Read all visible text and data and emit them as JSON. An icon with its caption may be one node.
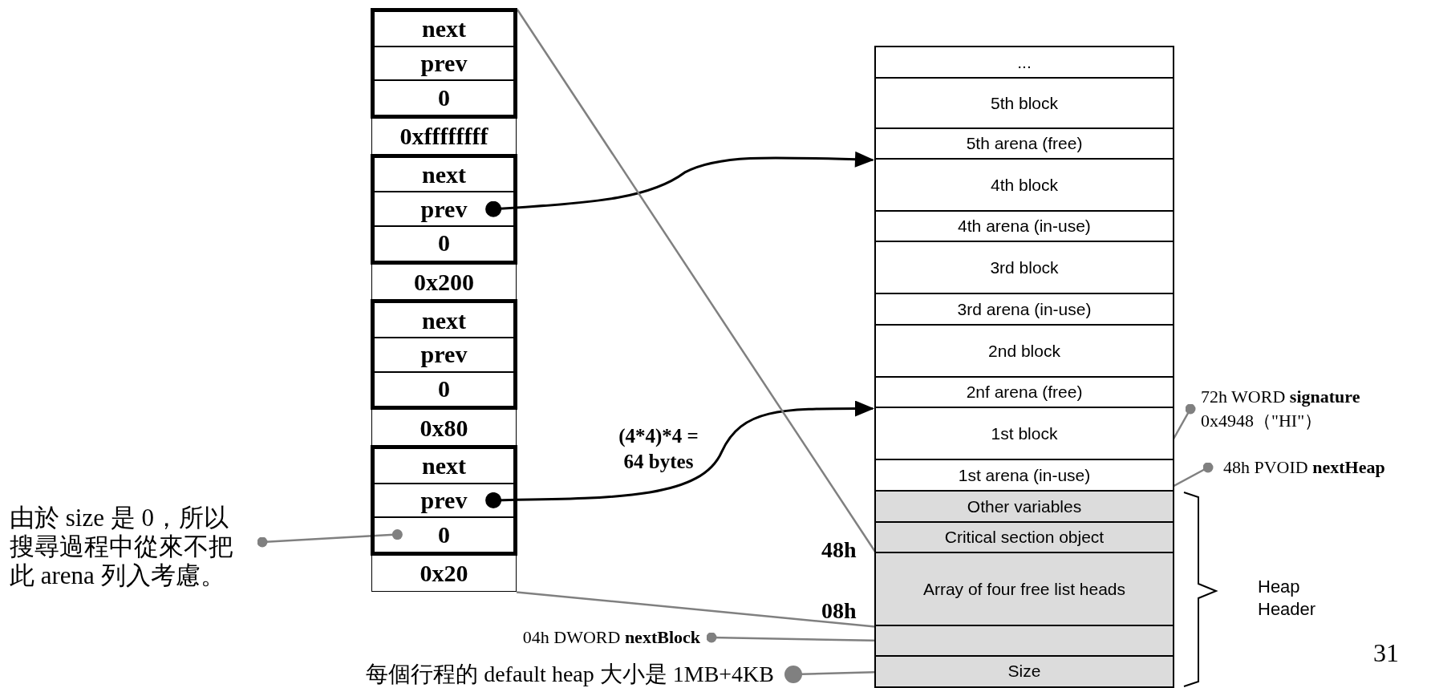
{
  "diagram": {
    "nodes": [
      {
        "text": [],
        "shape": "box"
      },
      {
        "text": [
          "next"
        ],
        "in": 0
      },
      {
        "text": [
          "prev"
        ],
        "in": 0
      },
      {
        "text": [
          "0"
        ],
        "in": 0
      },
      {
        "text": [
          "0xffffffff"
        ]
      },
      {
        "text": [],
        "shape": "box"
      },
      {
        "text": [
          "next"
        ],
        "in": 5
      },
      {
        "text": [
          "prev"
        ],
        "in": 5
      },
      {
        "text": [
          "0"
        ],
        "in": 5
      },
      {
        "text": [
          "0x200"
        ]
      },
      {
        "text": [],
        "shape": "box"
      },
      {
        "text": [
          "next"
        ],
        "in": 10
      },
      {
        "text": [
          "prev"
        ],
        "in": 10
      },
      {
        "text": [
          "0"
        ],
        "in": 10
      },
      {
        "text": [
          "0x80"
        ]
      },
      {
        "text": [],
        "shape": "box"
      },
      {
        "text": [
          "next"
        ],
        "in": 15
      },
      {
        "text": [
          "prev"
        ],
        "in": 15
      },
      {
        "text": [
          "0"
        ],
        "in": 15
      },
      {
        "text": [
          "0x20"
        ]
      },
      {
        "text": [
          "..."
        ]
      },
      {
        "text": [
          "5th block"
        ]
      },
      {
        "text": [
          "5th arena (free)"
        ]
      },
      {
        "text": [
          "4th block"
        ]
      },
      {
        "text": [
          "4th arena (in-use)"
        ]
      },
      {
        "text": [
          "3rd block"
        ]
      },
      {
        "text": [
          "3rd arena (in-use)"
        ]
      },
      {
        "text": [
          "2nd block"
        ]
      },
      {
        "text": [
          "2nf arena (free)"
        ]
      },
      {
        "text": [
          "1st block"
        ]
      },
      {
        "text": [
          "1st arena (in-use)"
        ]
      },
      {
        "text": [
          "Other variables"
        ]
      },
      {
        "text": [
          "Critical section object"
        ]
      },
      {
        "text": [
          "Array of four free list heads"
        ]
      },
      {
        "text": [],
        "shape": "box"
      },
      {
        "text": [
          "Size"
        ]
      },
      {
        "text": [
          "由於 size 是 0，所以搜尋過程中從來不把此 arena 列入考慮。"
        ]
      },
      {
        "text": [
          "04h DWORD **nextBlock**"
        ]
      },
      {
        "text": [
          "每個行程的 default heap 大小是 1MB+4KB"
        ]
      },
      {
        "text": [
          "72h WORD **signature**",
          "0x4948（\"HI\"）"
        ]
      },
      {
        "text": [
          "48h PVOID **nextHeap**"
        ]
      }
    ],
    "edges": [
      {
        "from": 7,
        "to": 22,
        "arrow": "to",
        "color": "#000000"
      },
      {
        "from": 17,
        "to": 28,
        "arrow": "to",
        "color": "#000000"
      },
      {
        "from": 0,
        "to": 33,
        "arrow": "none"
      },
      {
        "from": 19,
        "to": 33,
        "arrow": "none"
      },
      {
        "from": 36,
        "to": 18,
        "arrow": "other"
      },
      {
        "from": 37,
        "to": 34,
        "arrow": "other"
      },
      {
        "from": 38,
        "to": 35,
        "arrow": "other"
      },
      {
        "from": 39,
        "to": 31,
        "arrow": "other"
      },
      {
        "from": 40,
        "to": 31,
        "arrow": "other"
      }
    ],
    "labels": [
      "(4*4)*4 = 64 bytes",
      "48h",
      "08h",
      "Heap Header",
      "31"
    ]
  }
}
